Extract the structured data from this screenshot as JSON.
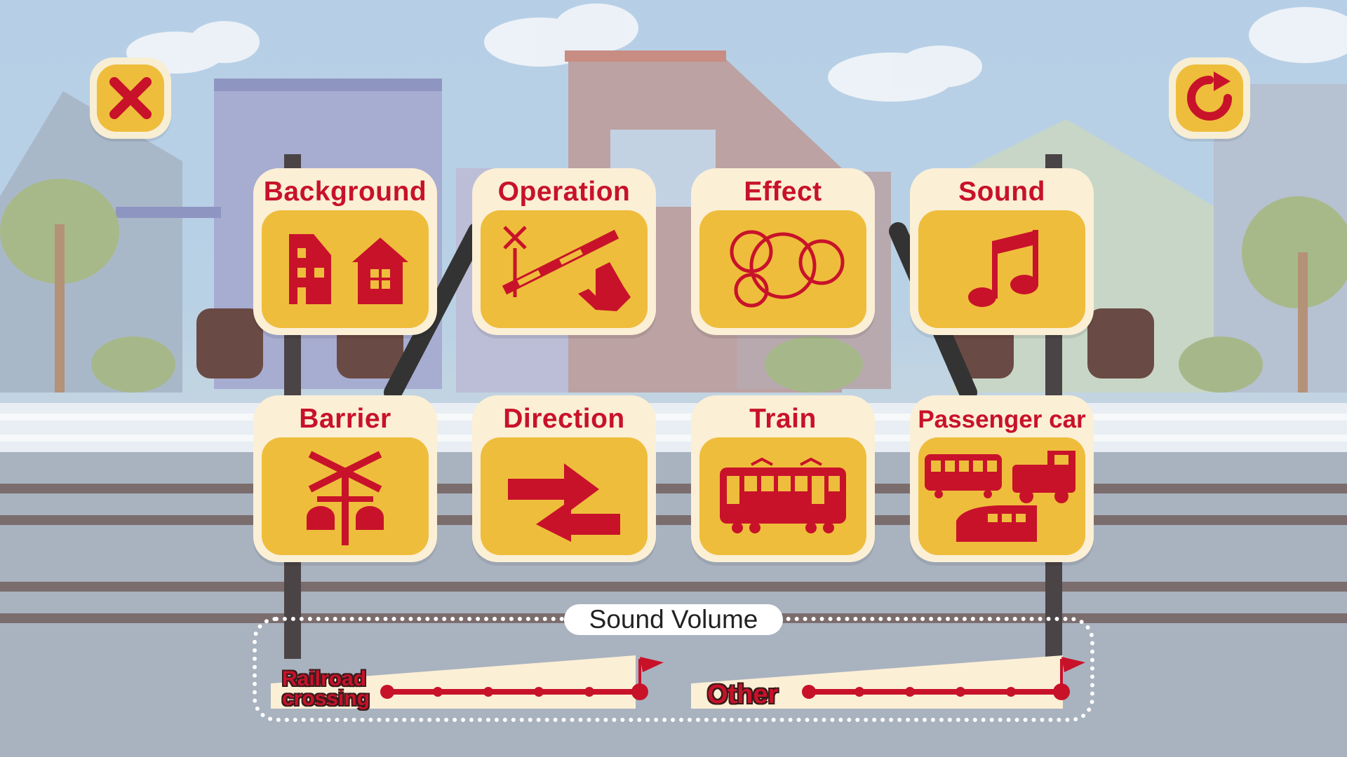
{
  "top_bar": {
    "close_icon": "close-x-icon",
    "reset_icon": "rotate-arrow-icon"
  },
  "menu": {
    "tiles": [
      {
        "label": "Background",
        "icon": "houses-icon"
      },
      {
        "label": "Operation",
        "icon": "crossing-gate-tap-icon"
      },
      {
        "label": "Effect",
        "icon": "circles-icon"
      },
      {
        "label": "Sound",
        "icon": "music-note-icon"
      },
      {
        "label": "Barrier",
        "icon": "crossing-signal-icon"
      },
      {
        "label": "Direction",
        "icon": "opposite-arrows-icon"
      },
      {
        "label": "Train",
        "icon": "train-icon"
      },
      {
        "label": "Passenger car",
        "icon": "train-types-icon"
      }
    ]
  },
  "volume": {
    "title": "Sound Volume",
    "sliders": [
      {
        "label_line1": "Railroad",
        "label_line2": "crossing",
        "level": 5,
        "max": 5
      },
      {
        "label": "Other",
        "level": 5,
        "max": 5
      }
    ]
  },
  "colors": {
    "accent_red": "#c8122a",
    "tile_yellow": "#efbd3c",
    "tile_cream": "#fbefd6"
  }
}
